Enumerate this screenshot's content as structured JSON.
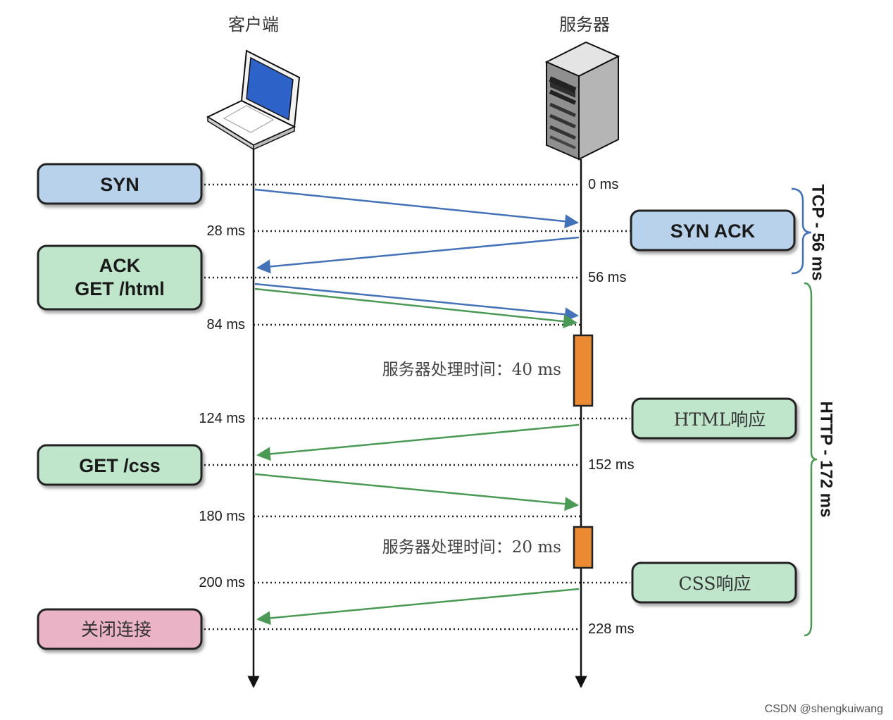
{
  "header": {
    "client_label": "客户端",
    "server_label": "服务器"
  },
  "messages": {
    "syn": "SYN",
    "ack_line1": "ACK",
    "ack_line2": "GET /html",
    "get_css": "GET /css",
    "close": "关闭连接",
    "syn_ack": "SYN ACK",
    "html_resp": "HTML响应",
    "css_resp": "CSS响应"
  },
  "times": {
    "t0": "0 ms",
    "t28": "28 ms",
    "t56": "56 ms",
    "t84": "84 ms",
    "t124": "124 ms",
    "t152": "152 ms",
    "t180": "180 ms",
    "t200": "200 ms",
    "t228": "228 ms"
  },
  "processing": {
    "p1": "服务器处理时间：40 ms",
    "p2": "服务器处理时间：20 ms"
  },
  "phases": {
    "tcp": "TCP - 56 ms",
    "http": "HTTP - 172 ms"
  },
  "watermark": "CSDN @shengkuiwang",
  "colors": {
    "blue_box": "#b7d2ea",
    "green_box": "#bfe6cb",
    "pink_box": "#eab3c6",
    "blue_arrow": "#4472b8",
    "green_arrow": "#4a9a55",
    "orange_bar": "#ec8a33"
  },
  "icons": {
    "client": "laptop-icon",
    "server": "server-tower-icon"
  }
}
